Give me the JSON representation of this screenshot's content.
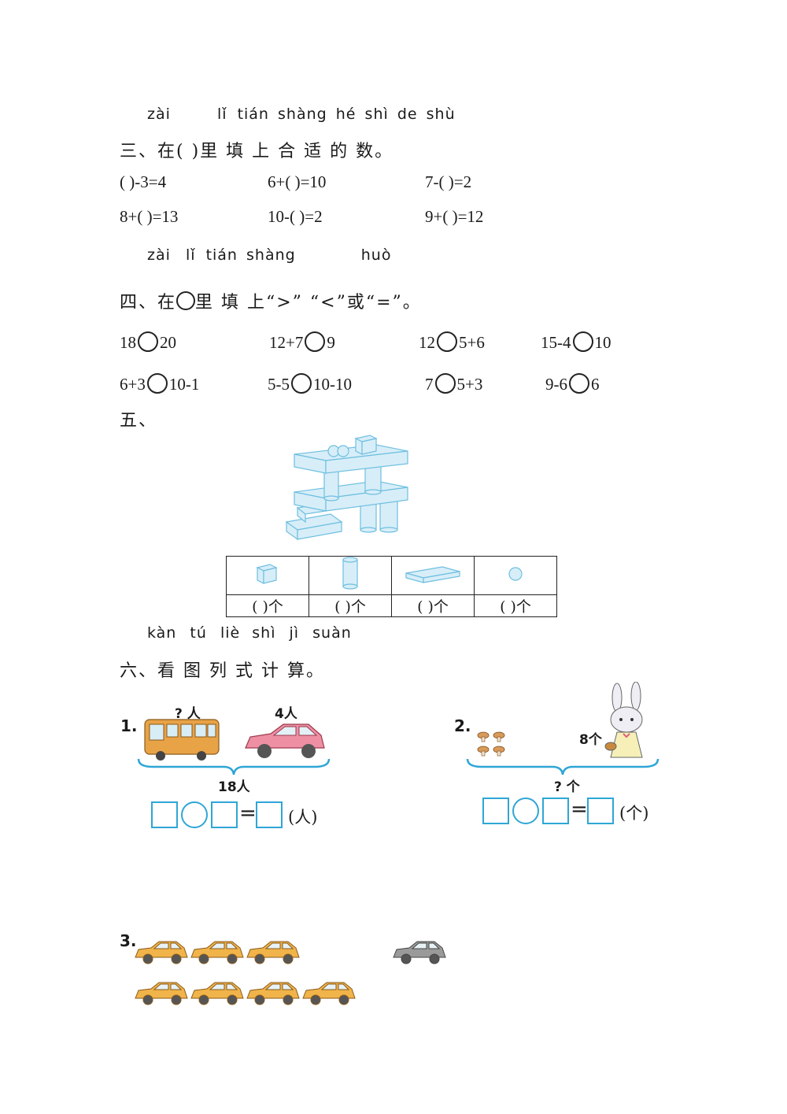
{
  "section3": {
    "pinyin": [
      "zài",
      "lǐ",
      "tián",
      "shàng",
      "hé",
      "shì",
      "de",
      "shù"
    ],
    "title": "三、在(     )里  填    上  合  适   的   数。",
    "equations": [
      "(     )-3=4",
      "6+(     )=10",
      "7-(     )=2",
      "8+(     )=13",
      "10-(     )=2",
      "9+(     )=12"
    ]
  },
  "section4": {
    "pinyin": [
      "zài",
      "lǐ",
      "tián",
      "shàng",
      "huò"
    ],
    "title_pre": "四、在",
    "title_post": "里  填    上“>” “<”或“=”。",
    "items": [
      {
        "left": "18",
        "right": "20"
      },
      {
        "left": "12+7",
        "right": "9"
      },
      {
        "left": "12",
        "right": "5+6"
      },
      {
        "left": "15-4",
        "right": "10"
      },
      {
        "left": "6+3",
        "right": "10-1"
      },
      {
        "left": "5-5",
        "right": "10-10"
      },
      {
        "left": "7",
        "right": "5+3"
      },
      {
        "left": "9-6",
        "right": "6"
      }
    ]
  },
  "section5": {
    "title": "五、",
    "count_cells": [
      "(     )个",
      "(     )个",
      "(     )个",
      "(     )个"
    ],
    "shape_icons": [
      "cube-icon",
      "cylinder-icon",
      "cuboid-icon",
      "sphere-icon"
    ]
  },
  "section6": {
    "pinyin": [
      "kàn",
      "tú",
      "liè",
      "shì",
      "jì",
      "suàn"
    ],
    "title": "六、看   图   列  式   计   算。",
    "p1": {
      "num": "1.",
      "label_bus": "? 人",
      "label_car": "4人",
      "total": "18人",
      "unit": "(人)"
    },
    "p2": {
      "num": "2.",
      "label_rabbit": "8个",
      "total": "? 个",
      "unit": "(个)"
    },
    "p3": {
      "num": "3."
    }
  },
  "colors": {
    "accent_blue": "#2fa6d6",
    "car_yellow": "#f0b44a",
    "car_gray": "#9a9a9a",
    "bus_orange": "#e8a347",
    "car_pink": "#ef8fa3"
  }
}
